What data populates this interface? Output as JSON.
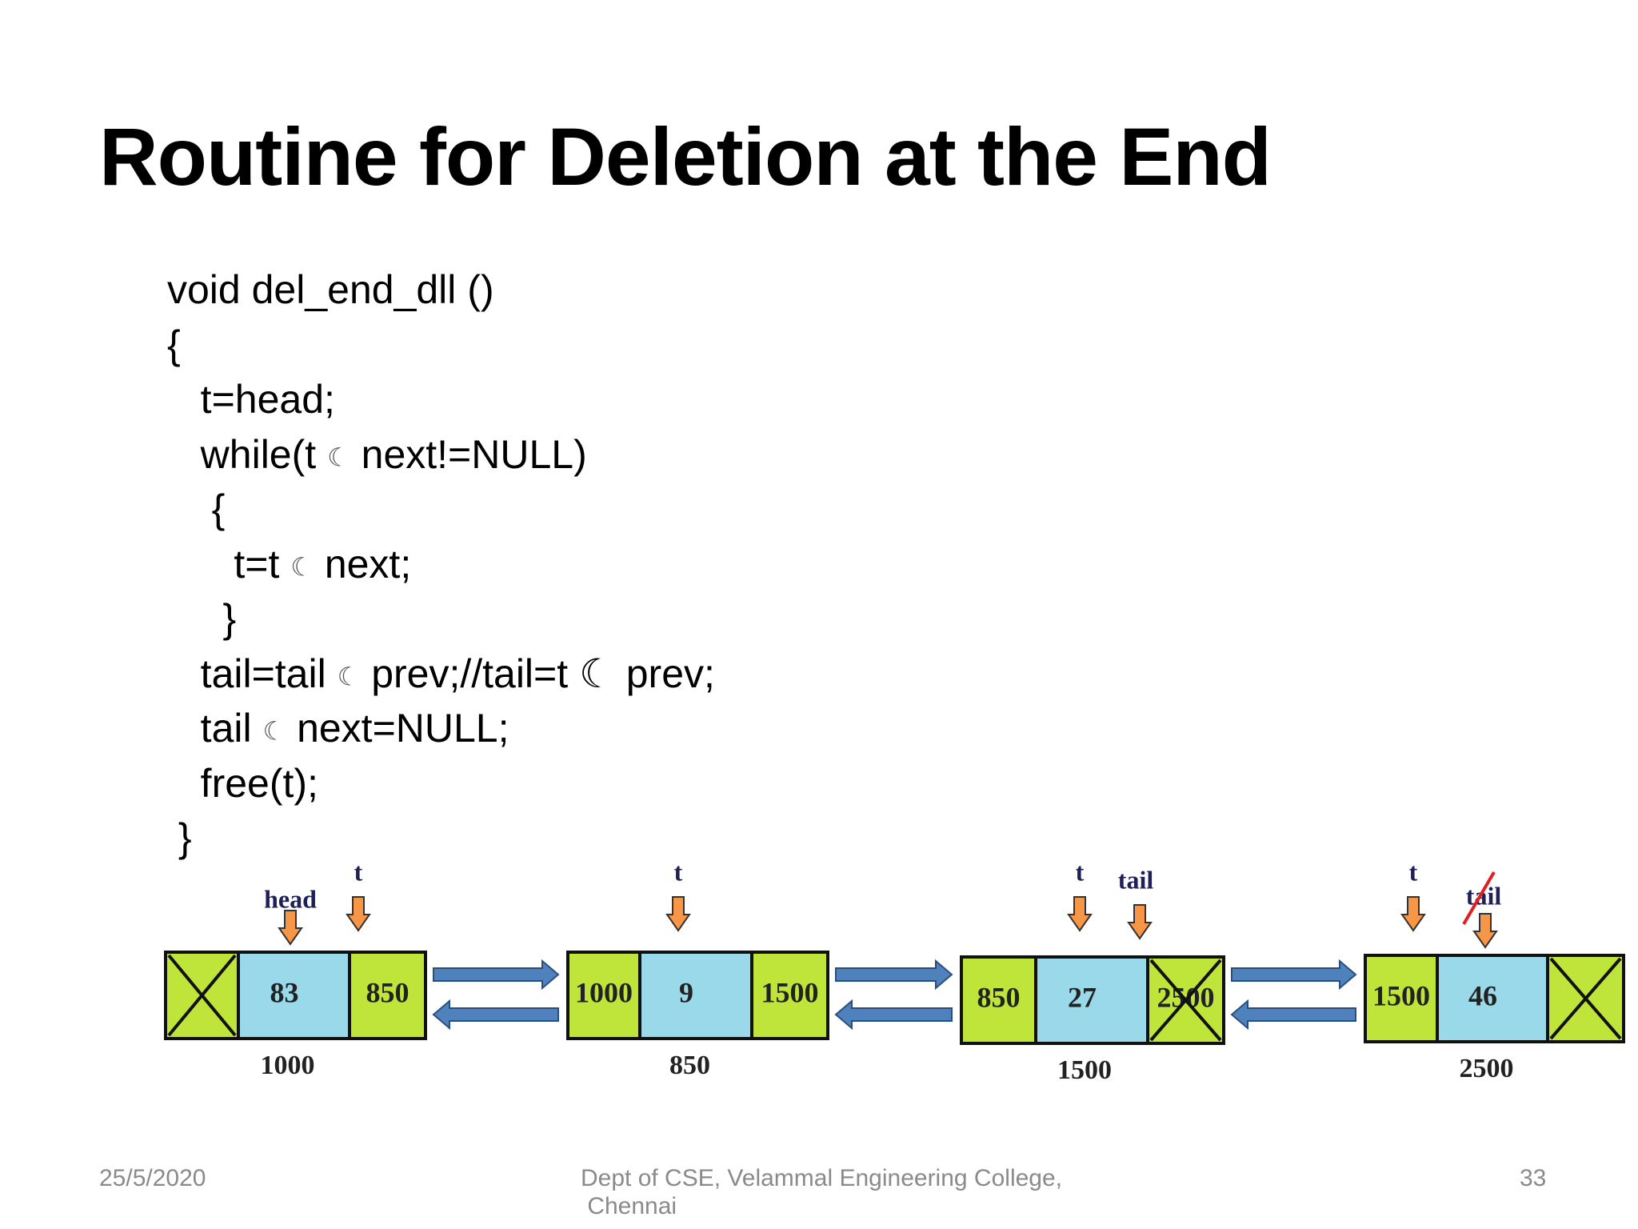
{
  "slide": {
    "title": "Routine for Deletion at the End"
  },
  "code": {
    "pointer_glyph": "☾",
    "lines": [
      {
        "pre": "void del_end_dll ()",
        "glyph": "",
        "post": ""
      },
      {
        "pre": "{",
        "glyph": "",
        "post": ""
      },
      {
        "pre": "   t=head;",
        "glyph": "",
        "post": ""
      },
      {
        "pre": "   while(t ",
        "glyph": "☾",
        "post": " next!=NULL)"
      },
      {
        "pre": "    {",
        "glyph": "",
        "post": ""
      },
      {
        "pre": "      t=t ",
        "glyph": "☾",
        "post": " next;"
      },
      {
        "pre": "     }",
        "glyph": "",
        "post": ""
      },
      {
        "pre": "   tail=tail ",
        "glyph": "☾",
        "post": " prev;//tail=t ☾ prev;"
      },
      {
        "pre": "   tail ",
        "glyph": "☾",
        "post": " next=NULL;"
      },
      {
        "pre": "   free(t);",
        "glyph": "",
        "post": ""
      },
      {
        "pre": " }",
        "glyph": "",
        "post": ""
      }
    ]
  },
  "diagram": {
    "colors": {
      "pointer_cell": "#bfe53a",
      "data_cell": "#99d9ea",
      "arrow_fill": "#4f81bd",
      "pointer_arrow_fill": "#f79646",
      "strike": "#e02020",
      "label_text": "#1f1f5a"
    },
    "nodes": [
      {
        "prev": "",
        "data": "83",
        "next": "850",
        "address": "1000",
        "prev_null": true,
        "next_null": false,
        "next_crossed": false,
        "pointers": [
          "head",
          "t"
        ]
      },
      {
        "prev": "1000",
        "data": "9",
        "next": "1500",
        "address": "850",
        "prev_null": false,
        "next_null": false,
        "next_crossed": false,
        "pointers": [
          "t"
        ]
      },
      {
        "prev": "850",
        "data": "27",
        "next": "2500",
        "address": "1500",
        "prev_null": false,
        "next_null": false,
        "next_crossed": true,
        "pointers": [
          "t",
          "tail"
        ]
      },
      {
        "prev": "1500",
        "data": "46",
        "next": "",
        "address": "2500",
        "prev_null": false,
        "next_null": true,
        "next_crossed": false,
        "pointers": [
          "t",
          "tail"
        ]
      }
    ]
  },
  "footer": {
    "date": "25/5/2020",
    "dept_line1": "Dept of CSE, Velammal Engineering College,",
    "dept_line2": " Chennai",
    "page": "33"
  }
}
